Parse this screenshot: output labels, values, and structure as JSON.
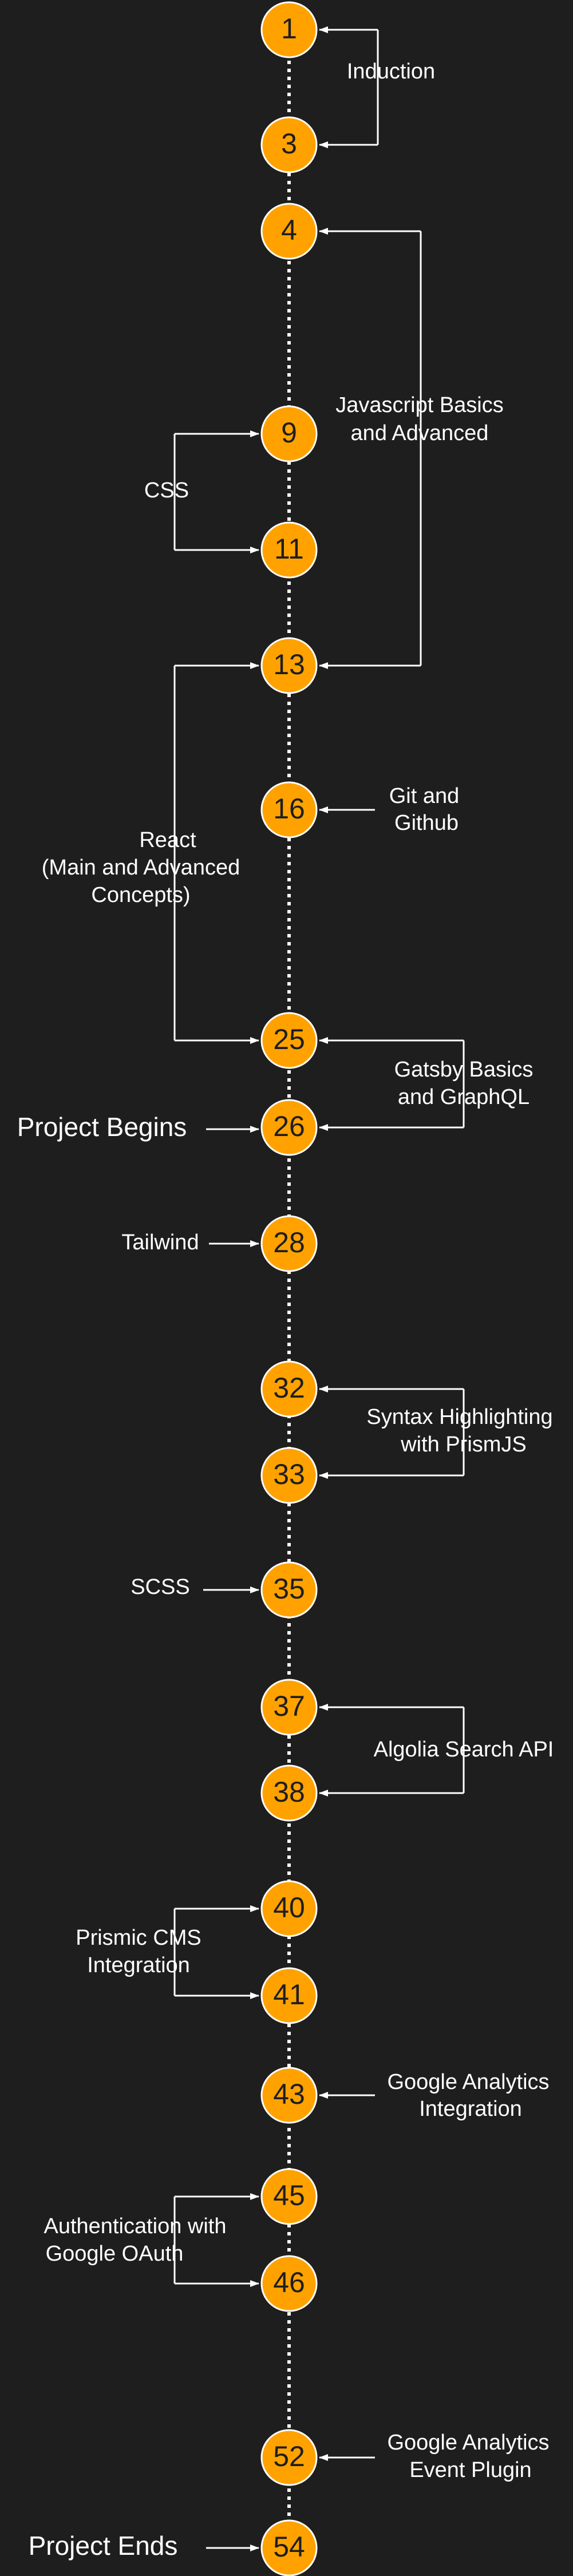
{
  "colors": {
    "background": "#1e1e1e",
    "node_fill": "#ffa200",
    "node_stroke": "#ffffff",
    "node_text": "#1e1e1e",
    "line": "#ffffff",
    "label_text": "#ffffff"
  },
  "nodes": [
    {
      "id": "n1",
      "label": "1"
    },
    {
      "id": "n3",
      "label": "3"
    },
    {
      "id": "n4",
      "label": "4"
    },
    {
      "id": "n9",
      "label": "9"
    },
    {
      "id": "n11",
      "label": "11"
    },
    {
      "id": "n13",
      "label": "13"
    },
    {
      "id": "n16",
      "label": "16"
    },
    {
      "id": "n25",
      "label": "25"
    },
    {
      "id": "n26",
      "label": "26"
    },
    {
      "id": "n28",
      "label": "28"
    },
    {
      "id": "n32",
      "label": "32"
    },
    {
      "id": "n33",
      "label": "33"
    },
    {
      "id": "n35",
      "label": "35"
    },
    {
      "id": "n37",
      "label": "37"
    },
    {
      "id": "n38",
      "label": "38"
    },
    {
      "id": "n40",
      "label": "40"
    },
    {
      "id": "n41",
      "label": "41"
    },
    {
      "id": "n43",
      "label": "43"
    },
    {
      "id": "n45",
      "label": "45"
    },
    {
      "id": "n46",
      "label": "46"
    },
    {
      "id": "n52",
      "label": "52"
    },
    {
      "id": "n54",
      "label": "54"
    }
  ],
  "topics": {
    "induction": [
      "Induction"
    ],
    "javascript": [
      "Javascript Basics",
      "and Advanced"
    ],
    "css": [
      "CSS"
    ],
    "react": [
      "React",
      "(Main and Advanced",
      "Concepts)"
    ],
    "git": [
      "Git and",
      "Github"
    ],
    "gatsby": [
      "Gatsby Basics",
      "and GraphQL"
    ],
    "project_begins": [
      "Project Begins"
    ],
    "tailwind": [
      "Tailwind"
    ],
    "syntax": [
      "Syntax Highlighting",
      "with PrismJS"
    ],
    "scss": [
      "SCSS"
    ],
    "algolia": [
      "Algolia Search API"
    ],
    "prismic": [
      "Prismic CMS",
      "Integration"
    ],
    "ga_integration": [
      "Google Analytics",
      "Integration"
    ],
    "auth": [
      "Authentication with",
      "Google OAuth"
    ],
    "ga_plugin": [
      "Google Analytics",
      "Event Plugin"
    ],
    "project_ends": [
      "Project Ends"
    ]
  }
}
